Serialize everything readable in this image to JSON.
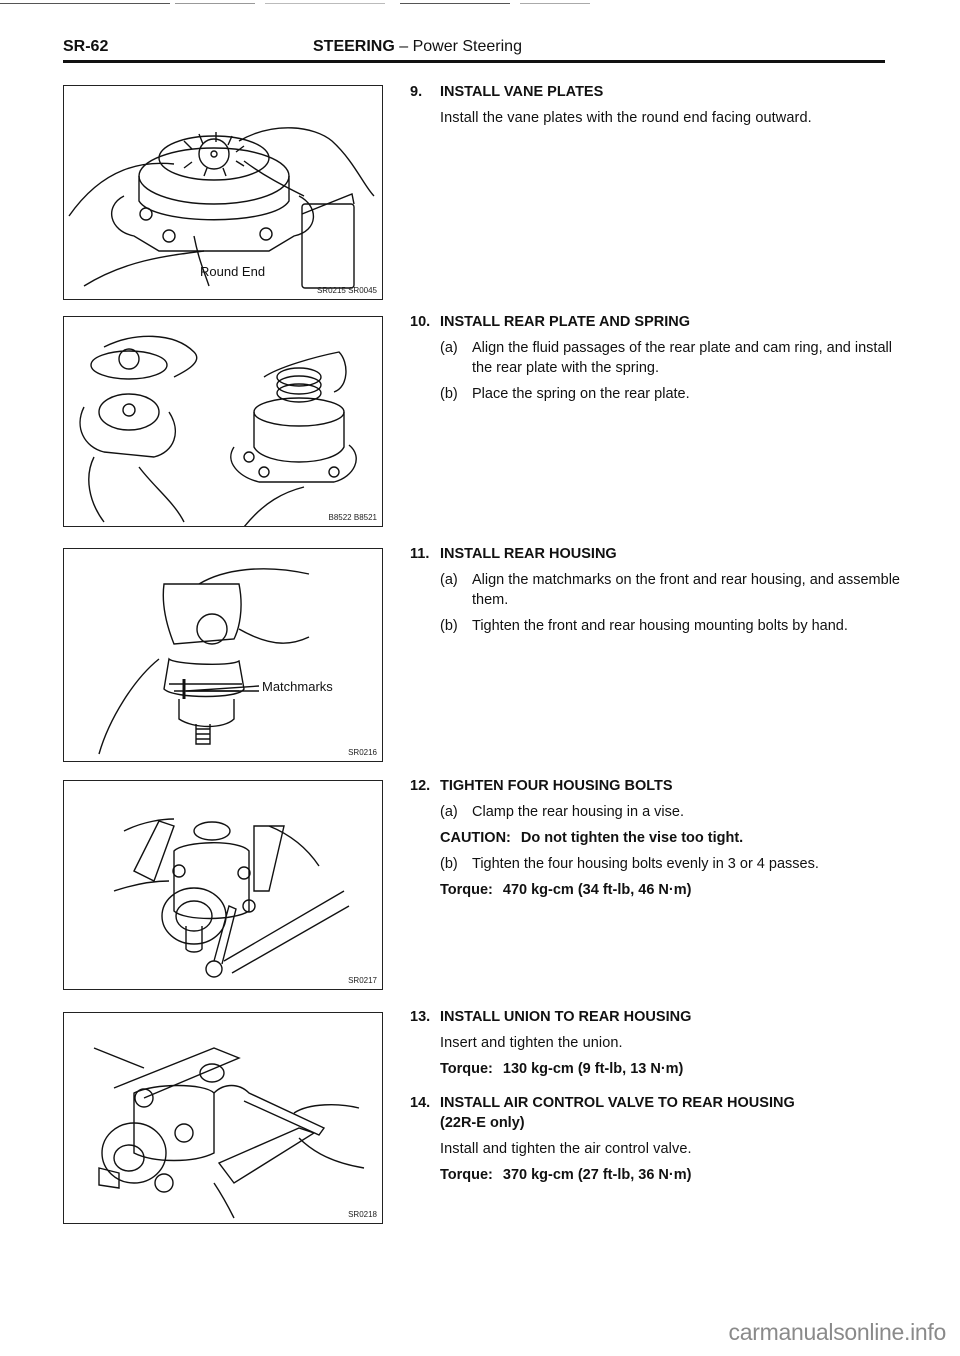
{
  "header": {
    "page_number": "SR-62",
    "section_bold": "STEERING",
    "section_rest": " – Power Steering"
  },
  "figures": [
    {
      "id": "fig-vane-plates",
      "codes": "SR0215 SR0045",
      "label": "Round End"
    },
    {
      "id": "fig-rear-plate-spring",
      "codes": "B8522 B8521",
      "label": ""
    },
    {
      "id": "fig-rear-housing",
      "codes": "SR0216",
      "label": "Matchmarks"
    },
    {
      "id": "fig-housing-bolts",
      "codes": "SR0217",
      "label": ""
    },
    {
      "id": "fig-union",
      "codes": "SR0218",
      "label": ""
    }
  ],
  "steps": [
    {
      "number": "9.",
      "title": "INSTALL VANE PLATES",
      "text": "Install the vane plates with the round end facing outward."
    },
    {
      "number": "10.",
      "title": "INSTALL REAR PLATE AND SPRING",
      "subs": [
        {
          "tag": "(a)",
          "text": "Align the fluid passages of the rear plate and cam ring, and install the rear plate with the spring."
        },
        {
          "tag": "(b)",
          "text": "Place the spring on the rear plate."
        }
      ]
    },
    {
      "number": "11.",
      "title": "INSTALL REAR HOUSING",
      "subs": [
        {
          "tag": "(a)",
          "text": "Align the matchmarks on the front and rear housing, and assemble them."
        },
        {
          "tag": "(b)",
          "text": "Tighten the front and rear housing mounting bolts by hand."
        }
      ]
    },
    {
      "number": "12.",
      "title": "TIGHTEN FOUR HOUSING BOLTS",
      "subs": [
        {
          "tag": "(a)",
          "text": "Clamp the rear housing in a vise."
        },
        {
          "tag": "(b)",
          "text": "Tighten the four housing bolts evenly in 3 or 4 passes."
        }
      ],
      "caution_label": "CAUTION:",
      "caution_text": "Do not tighten the vise too tight.",
      "torque_label": "Torque:",
      "torque_value": "470 kg-cm (34 ft-lb, 46 N·m)"
    },
    {
      "number": "13.",
      "title": "INSTALL UNION TO REAR HOUSING",
      "text": "Insert and tighten the union.",
      "torque_label": "Torque:",
      "torque_value": "130 kg-cm (9 ft-lb, 13 N·m)"
    },
    {
      "number": "14.",
      "title": "INSTALL AIR CONTROL VALVE TO REAR HOUSING",
      "title_line2": "(22R-E only)",
      "text": "Install and tighten the air control valve.",
      "torque_label": "Torque:",
      "torque_value": "370 kg-cm (27 ft-lb, 36 N·m)"
    }
  ],
  "watermark": "carmanualsonline.info"
}
